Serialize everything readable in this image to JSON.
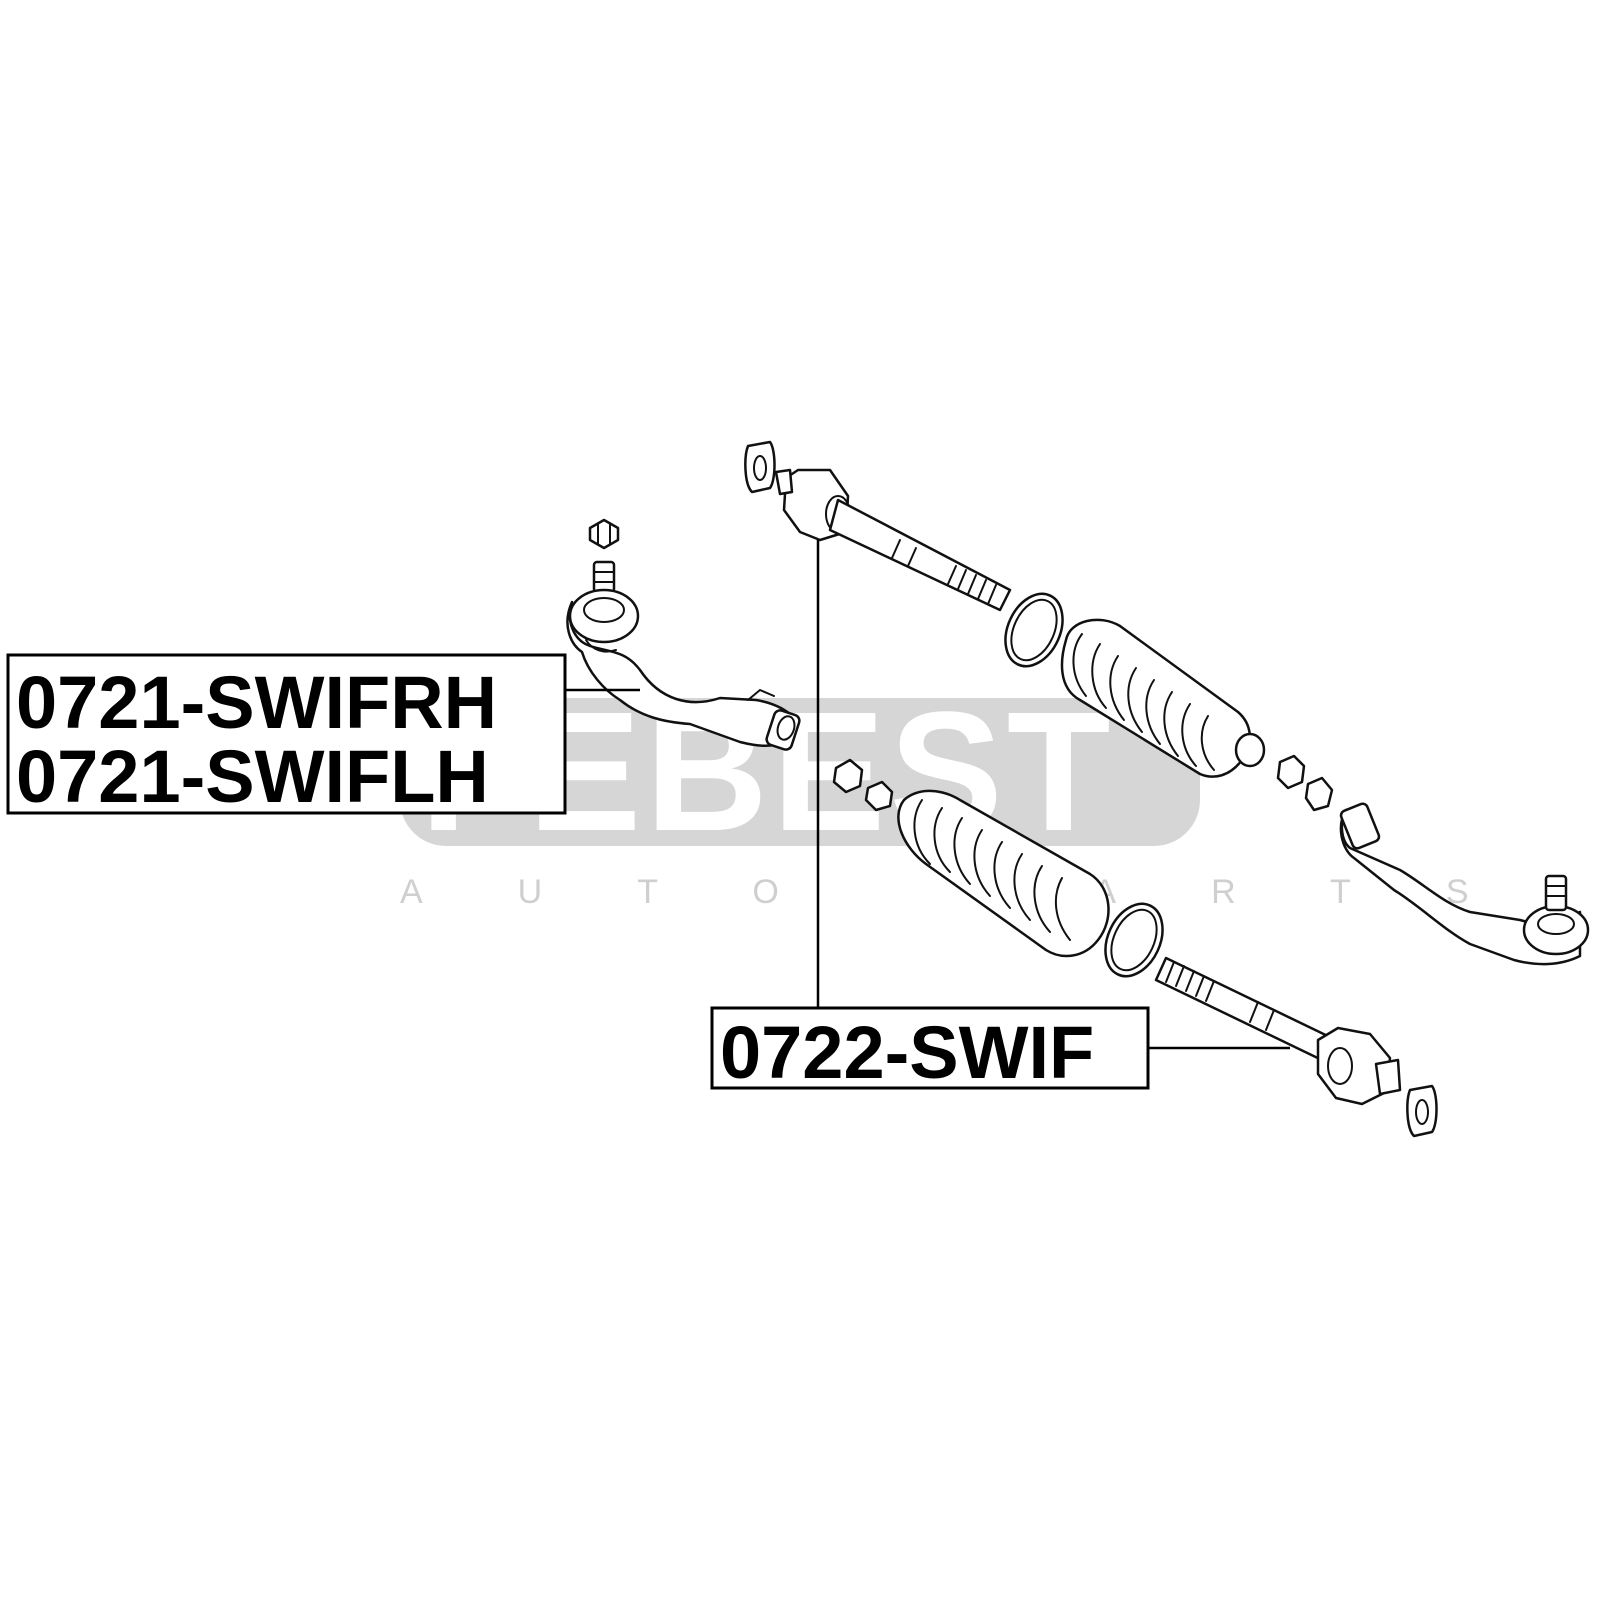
{
  "watermark": {
    "brand": "FEBEST",
    "tagline": "AUTO PARTS",
    "color": "#d6d6d6"
  },
  "labels": {
    "tie_rod_end_right": "0721-SWIFRH",
    "tie_rod_end_left": "0721-SWIFLH",
    "rack_end": "0722-SWIF"
  },
  "colors": {
    "line": "#111111",
    "background": "#ffffff"
  }
}
